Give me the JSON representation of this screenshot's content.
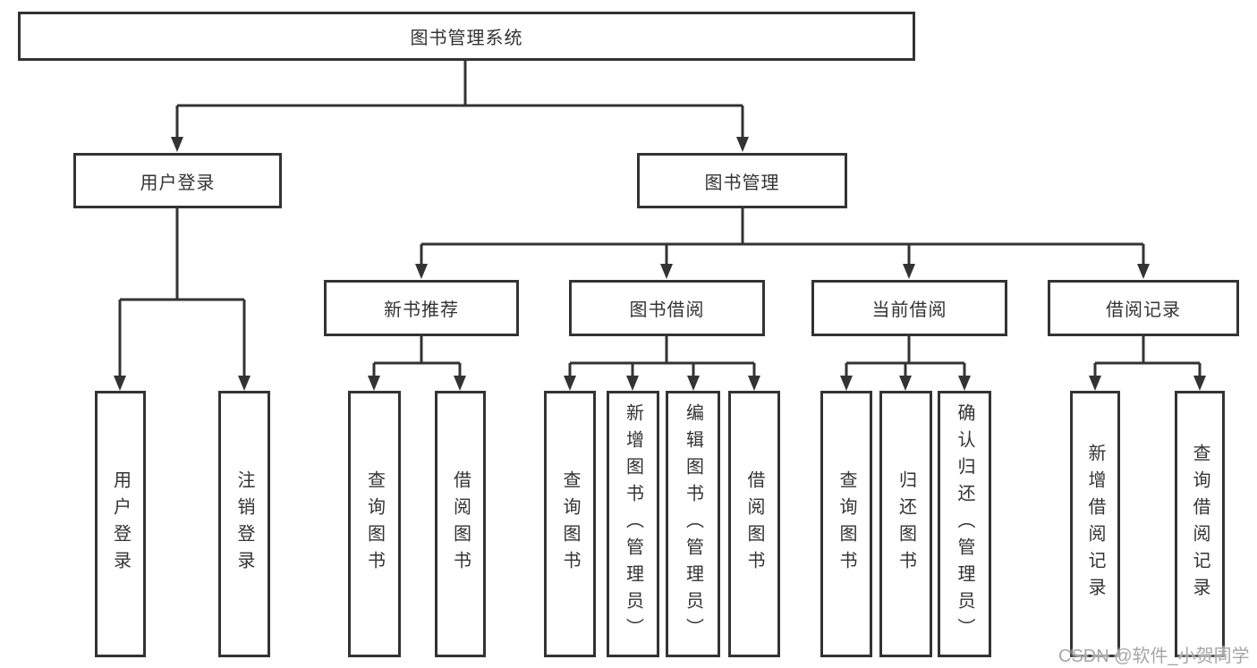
{
  "meta": {
    "background_color": "#ffffff",
    "line_color": "#333333",
    "text_color": "#333333",
    "watermark_color": "#a6a6a6"
  },
  "tree": {
    "root": {
      "label": "图书管理系统"
    },
    "children": [
      {
        "label": "用户登录",
        "leaves": [
          "用户登录",
          "注销登录"
        ]
      },
      {
        "label": "图书管理",
        "groups": [
          {
            "label": "新书推荐",
            "leaves": [
              "查询图书",
              "借阅图书"
            ]
          },
          {
            "label": "图书借阅",
            "leaves": [
              "查询图书",
              "新增图书（管理员）",
              "编辑图书（管理员）",
              "借阅图书"
            ]
          },
          {
            "label": "当前借阅",
            "leaves": [
              "查询图书",
              "归还图书",
              "确认归还（管理员）"
            ]
          },
          {
            "label": "借阅记录",
            "leaves": [
              "新增借阅记录",
              "查询借阅记录"
            ]
          }
        ]
      }
    ]
  },
  "watermark": {
    "text": "CSDN @软件_小贺同学"
  }
}
